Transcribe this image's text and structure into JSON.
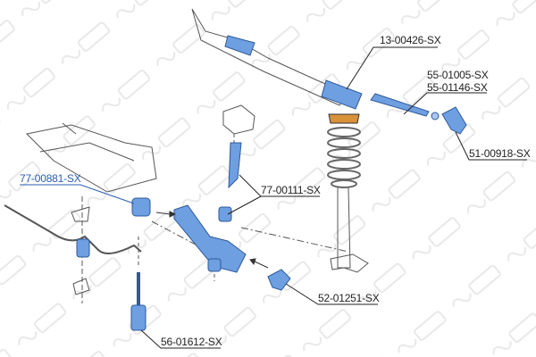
{
  "watermark": "STELLOX",
  "colors": {
    "part_blue": "#6e9fe0",
    "part_blue_dark": "#3f6fb8",
    "mount_orange": "#d9913a",
    "line": "#333333",
    "label_blue": "#2a5db0"
  },
  "labels": {
    "steering_rack": "13-00426-SX",
    "tie_rod_1": "55-01005-SX",
    "tie_rod_2": "55-01146-SX",
    "tie_rod_end": "51-00918-SX",
    "arm_bushing": "77-00881-SX",
    "strut_bushing": "77-00111-SX",
    "ball_joint": "52-01251-SX",
    "stabilizer_link": "56-01612-SX"
  }
}
